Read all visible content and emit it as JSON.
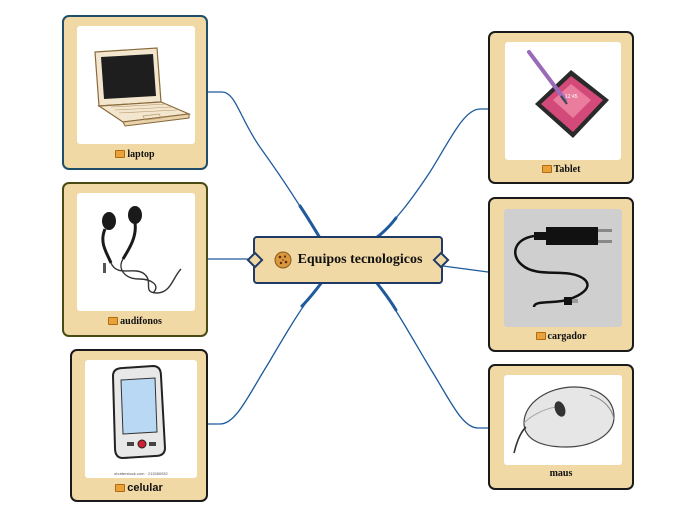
{
  "central": {
    "title": "Equipos tecnologicos",
    "icon": "cookie-icon"
  },
  "nodes": [
    {
      "id": "laptop",
      "label": "laptop",
      "icon": "box-icon",
      "image": "laptop-image"
    },
    {
      "id": "audifonos",
      "label": "audifonos",
      "icon": "box-icon",
      "image": "earphones-image"
    },
    {
      "id": "celular",
      "label": "celular",
      "icon": "box-icon",
      "image": "cellphone-image",
      "image_caption": "shutterstock.com · 211580932"
    },
    {
      "id": "tablet",
      "label": "Tablet",
      "icon": "box-icon",
      "image": "tablet-image"
    },
    {
      "id": "cargador",
      "label": "cargador",
      "icon": "box-icon",
      "image": "charger-image"
    },
    {
      "id": "maus",
      "label": "maus",
      "image": "mouse-image"
    }
  ],
  "colors": {
    "card_fill": "#f1d9a5",
    "border_teal": "#1f4e6a",
    "border_olive": "#4a4a14",
    "border_dark": "#1a1a1a",
    "link_blue": "#1e5a9c"
  }
}
